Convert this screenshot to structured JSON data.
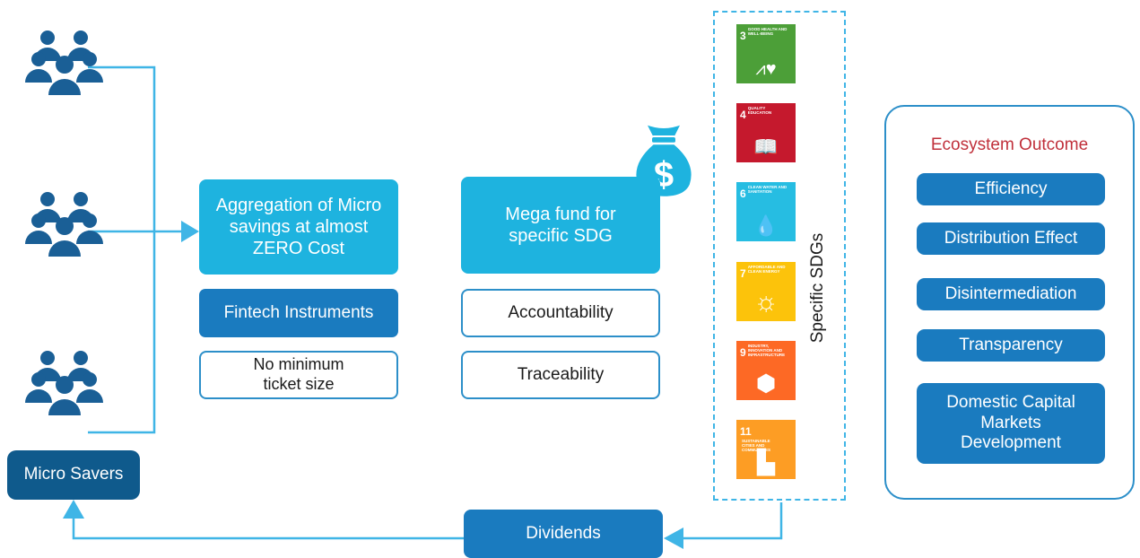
{
  "sources": {
    "micro_savers_label": "Micro Savers"
  },
  "aggregation": {
    "main": "Aggregation of Micro savings at almost ZERO Cost",
    "instrument": "Fintech Instruments",
    "ticket": "No minimum ticket size"
  },
  "fund": {
    "main": "Mega fund for specific SDG",
    "money_symbol": "$",
    "attributes": [
      "Accountability",
      "Traceability"
    ]
  },
  "sdgs": {
    "column_label": "Specific SDGs",
    "items": [
      {
        "number": "3",
        "label": "GOOD HEALTH AND WELL-BEING",
        "color": "#4c9f38",
        "icon": "heartbeat-icon",
        "glyph": "⩘♥"
      },
      {
        "number": "4",
        "label": "QUALITY EDUCATION",
        "color": "#c5192d",
        "icon": "book-icon",
        "glyph": "📖"
      },
      {
        "number": "6",
        "label": "CLEAN WATER AND SANITATION",
        "color": "#26bde2",
        "icon": "water-icon",
        "glyph": "💧"
      },
      {
        "number": "7",
        "label": "AFFORDABLE AND CLEAN ENERGY",
        "color": "#fcc30b",
        "icon": "sun-icon",
        "glyph": "☼"
      },
      {
        "number": "9",
        "label": "INDUSTRY, INNOVATION AND INFRASTRUCTURE",
        "color": "#fd6925",
        "icon": "cubes-icon",
        "glyph": "⬢"
      },
      {
        "number": "11",
        "label": "SUSTAINABLE CITIES AND COMMUNITIES",
        "color": "#fd9d24",
        "icon": "city-icon",
        "glyph": "▙"
      }
    ]
  },
  "outcomes": {
    "title": "Ecosystem Outcome",
    "items": [
      "Efficiency",
      "Distribution Effect",
      "Disintermediation",
      "Transparency",
      "Domestic Capital Markets Development"
    ]
  },
  "dividends_label": "Dividends",
  "colors": {
    "cyan": "#1eb3df",
    "navy": "#1a7bbf",
    "dark_navy": "#0f5a8c",
    "arrow": "#3fb5e6",
    "outcome_title": "#c0303b",
    "people_icon": "#1a5f96"
  }
}
